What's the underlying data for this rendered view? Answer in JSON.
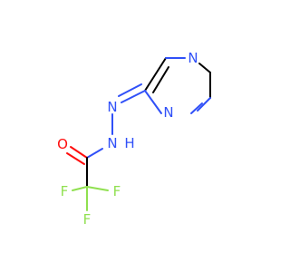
{
  "colors": {
    "background": "#ffffff",
    "carbon_bond": "#000000",
    "nitrogen": "#3050f8",
    "oxygen": "#ff0d0d",
    "fluorine": "#90e050"
  },
  "atoms": {
    "n_ring_top": "N",
    "n_ring_bottom": "N",
    "n_hydrazone": "N",
    "nh": "N",
    "h": "H",
    "o": "O",
    "f_left": "F",
    "f_right": "F",
    "f_bottom": "F"
  }
}
